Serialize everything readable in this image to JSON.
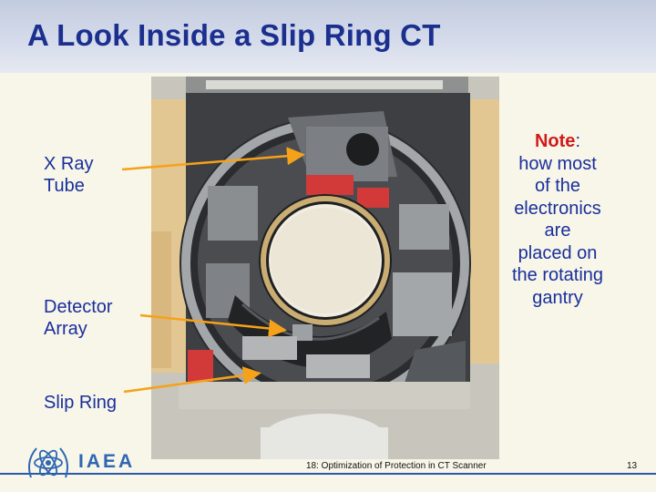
{
  "slide": {
    "title": "A Look Inside a Slip Ring CT",
    "labels": {
      "xray_line1": "X Ray",
      "xray_line2": "Tube",
      "detector_line1": "Detector",
      "detector_line2": "Array",
      "slipring": "Slip Ring"
    },
    "note": {
      "word": "Note",
      "colon": ":",
      "lines": [
        "how most",
        "of the",
        "electronics",
        "are",
        "placed on",
        "the rotating",
        "gantry"
      ]
    },
    "footer": {
      "caption": "18: Optimization of Protection in CT Scanner",
      "page_number": "13",
      "logo_text": "IAEA"
    }
  },
  "colors": {
    "title": "#1b2f8f",
    "label": "#1a2f9c",
    "note_accent": "#d11b1b",
    "arrow": "#f5a21a",
    "footer_line": "#2b58a8"
  }
}
